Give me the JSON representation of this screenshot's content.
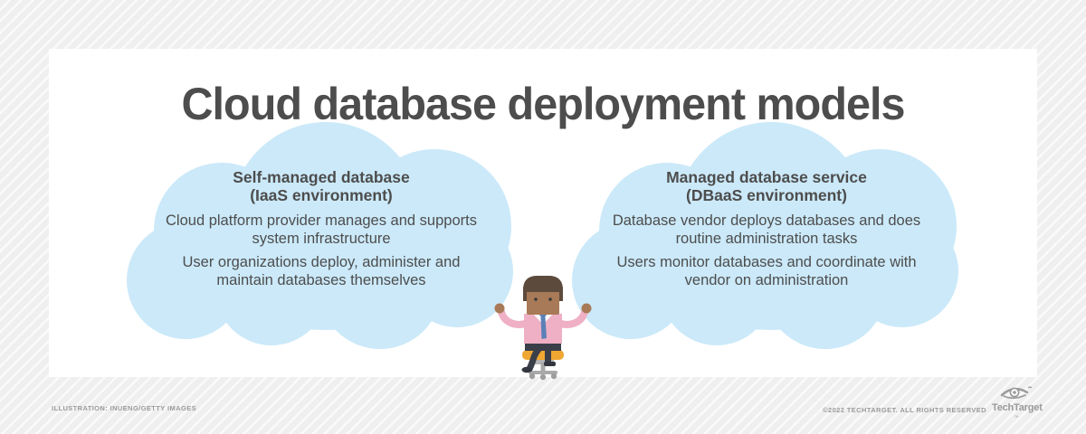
{
  "title": "Cloud database deployment models",
  "clouds": [
    {
      "heading_line1": "Self-managed database",
      "heading_line2": "(IaaS environment)",
      "points": [
        "Cloud platform provider manages and supports system infrastructure",
        "User organizations deploy, administer and maintain databases themselves"
      ]
    },
    {
      "heading_line1": "Managed database service",
      "heading_line2": "(DBaaS environment)",
      "points": [
        "Database vendor deploys databases and does routine administration tasks",
        "Users monitor databases and coordinate with vendor on administration"
      ]
    }
  ],
  "footer": {
    "credit": "ILLUSTRATION: INUENG/GETTY IMAGES",
    "copyright": "©2022 TECHTARGET. ALL RIGHTS RESERVED",
    "brand": "TechTarget",
    "trademark": "™"
  },
  "illustration": {
    "description": "man with raised arms sitting on an office chair between two clouds"
  },
  "colors": {
    "cloud_blue": "#cbe9f9",
    "text_dark": "#4d4d4d",
    "fine_print_gray": "#9b9b9b",
    "card_white": "#ffffff",
    "background_gray": "#efefef",
    "shirt_pink": "#efb0c6",
    "tie_blue": "#5b80b6",
    "seat_orange": "#f0a731",
    "skin_brown": "#a87a57",
    "hair_brown": "#5c4a3c",
    "pants_dark": "#3b3f49",
    "chair_gray": "#adadad"
  }
}
